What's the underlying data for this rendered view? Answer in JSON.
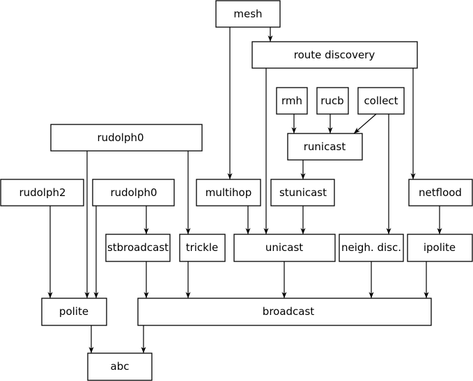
{
  "diagram": {
    "nodes": [
      {
        "id": "mesh",
        "label": "mesh"
      },
      {
        "id": "route_discovery",
        "label": "route discovery"
      },
      {
        "id": "rmh",
        "label": "rmh"
      },
      {
        "id": "rucb",
        "label": "rucb"
      },
      {
        "id": "collect",
        "label": "collect"
      },
      {
        "id": "rudolph0_top",
        "label": "rudolph0"
      },
      {
        "id": "runicast",
        "label": "runicast"
      },
      {
        "id": "rudolph2",
        "label": "rudolph2"
      },
      {
        "id": "rudolph0",
        "label": "rudolph0"
      },
      {
        "id": "multihop",
        "label": "multihop"
      },
      {
        "id": "stunicast",
        "label": "stunicast"
      },
      {
        "id": "netflood",
        "label": "netflood"
      },
      {
        "id": "stbroadcast",
        "label": "stbroadcast"
      },
      {
        "id": "trickle",
        "label": "trickle"
      },
      {
        "id": "unicast",
        "label": "unicast"
      },
      {
        "id": "neigh_disc",
        "label": "neigh. disc."
      },
      {
        "id": "ipolite",
        "label": "ipolite"
      },
      {
        "id": "polite",
        "label": "polite"
      },
      {
        "id": "broadcast",
        "label": "broadcast"
      },
      {
        "id": "abc",
        "label": "abc"
      }
    ],
    "edges": [
      {
        "from": "mesh",
        "to": "route_discovery"
      },
      {
        "from": "mesh",
        "to": "multihop"
      },
      {
        "from": "route_discovery",
        "to": "unicast"
      },
      {
        "from": "route_discovery",
        "to": "netflood"
      },
      {
        "from": "rmh",
        "to": "runicast"
      },
      {
        "from": "rucb",
        "to": "runicast"
      },
      {
        "from": "collect",
        "to": "runicast"
      },
      {
        "from": "collect",
        "to": "neigh_disc"
      },
      {
        "from": "runicast",
        "to": "stunicast"
      },
      {
        "from": "stunicast",
        "to": "unicast"
      },
      {
        "from": "multihop",
        "to": "unicast"
      },
      {
        "from": "netflood",
        "to": "ipolite"
      },
      {
        "from": "rudolph0_top",
        "to": "polite"
      },
      {
        "from": "rudolph0_top",
        "to": "trickle"
      },
      {
        "from": "rudolph2",
        "to": "polite"
      },
      {
        "from": "rudolph0",
        "to": "stbroadcast"
      },
      {
        "from": "rudolph0",
        "to": "polite"
      },
      {
        "from": "stbroadcast",
        "to": "broadcast"
      },
      {
        "from": "trickle",
        "to": "broadcast"
      },
      {
        "from": "unicast",
        "to": "broadcast"
      },
      {
        "from": "neigh_disc",
        "to": "broadcast"
      },
      {
        "from": "ipolite",
        "to": "broadcast"
      },
      {
        "from": "polite",
        "to": "abc"
      },
      {
        "from": "broadcast",
        "to": "abc"
      }
    ]
  }
}
